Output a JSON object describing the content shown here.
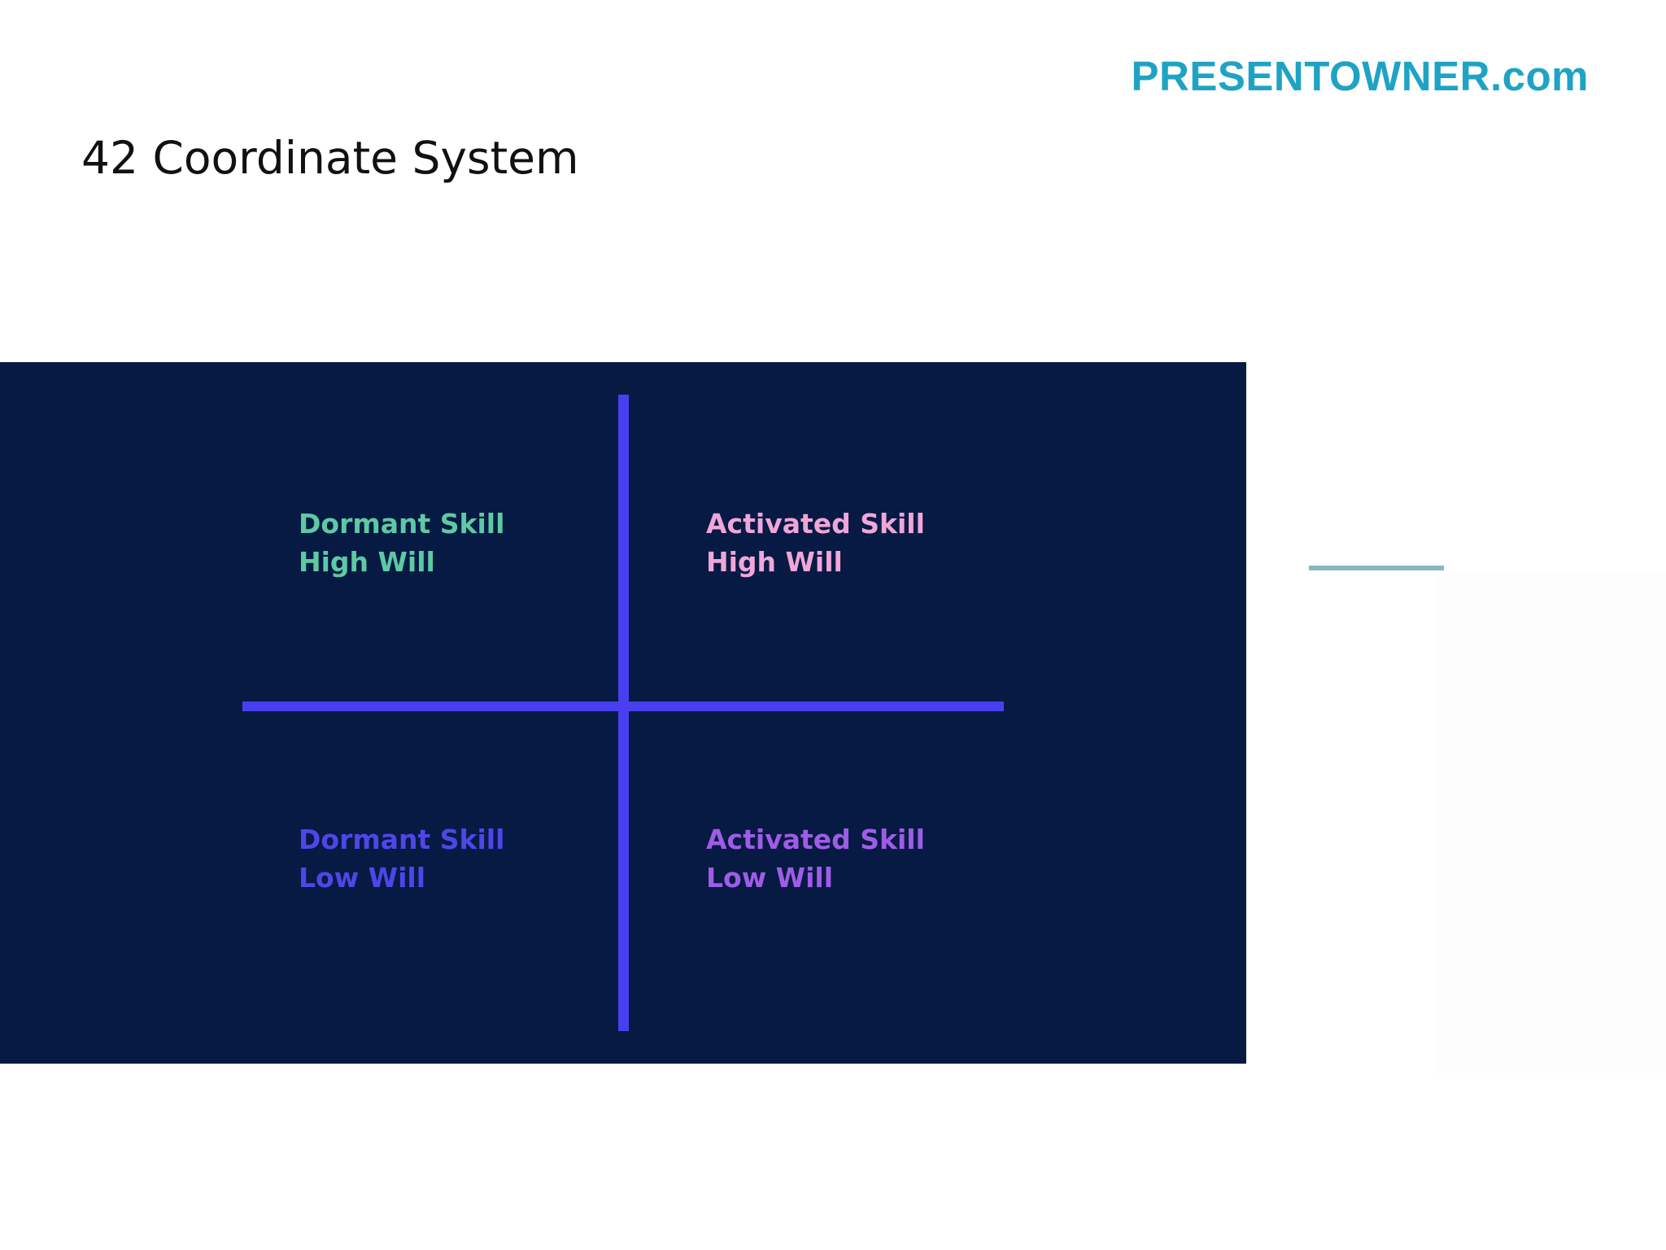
{
  "brand": {
    "text": "PRESENTOWNER.com"
  },
  "slide": {
    "title": "42 Coordinate System"
  },
  "quadrants": {
    "top_left": {
      "line1": "Dormant Skill",
      "line2": "High Will",
      "color": "#5ec9a3"
    },
    "top_right": {
      "line1": "Activated Skill",
      "line2": "High Will",
      "color": "#f0a6d8"
    },
    "bottom_left": {
      "line1": "Dormant Skill",
      "line2": "Low Will",
      "color": "#4f46e8"
    },
    "bottom_right": {
      "line1": "Activated Skill",
      "line2": "Low Will",
      "color": "#9f5ce6"
    }
  },
  "colors": {
    "panel": "#061a44",
    "axis": "#4a3ff0",
    "brand": "#1fa3c4"
  }
}
